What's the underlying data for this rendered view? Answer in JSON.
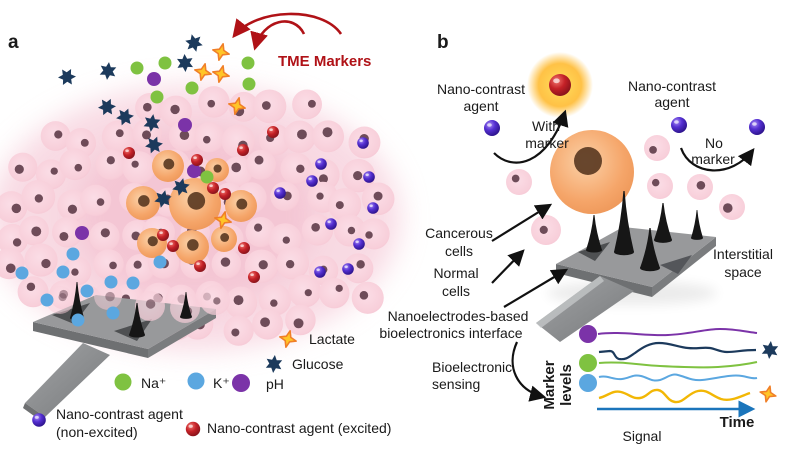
{
  "figure": {
    "panel_a": {
      "label": "a",
      "tme_markers_label": "TME Markers",
      "legend": {
        "lactate": "Lactate",
        "glucose": "Glucose",
        "sodium": "Na⁺",
        "potassium": "K⁺",
        "ph": "pH",
        "agent_non_excited_line1": "Nano-contrast agent",
        "agent_non_excited_line2": "(non-excited)",
        "agent_excited": "Nano-contrast agent (excited)"
      }
    },
    "panel_b": {
      "label": "b",
      "agent_left_line1": "Nano-contrast",
      "agent_left_line2": "agent",
      "with_marker_line1": "With",
      "with_marker_line2": "marker",
      "agent_right_line1": "Nano-contrast",
      "agent_right_line2": "agent",
      "no_marker_line1": "No",
      "no_marker_line2": "marker",
      "cancerous_line1": "Cancerous",
      "cancerous_line2": "cells",
      "normal_line1": "Normal",
      "normal_line2": "cells",
      "interface_line1": "Nanoelectrodes-based",
      "interface_line2": "bioelectronics interface",
      "sensing_line1": "Bioelectronic",
      "sensing_line2": "sensing",
      "interstitial_line1": "Interstitial",
      "interstitial_line2": "space",
      "ylabel_line1": "Marker",
      "ylabel_line2": "levels",
      "time_label": "Time",
      "signal_label": "Signal"
    },
    "colors": {
      "tme_red": "#b01217",
      "cell_pink": "#f8d0db",
      "cell_nucleus": "#5e3c49",
      "cancer_orange": "#f4a169",
      "cancer_nucleus": "#53331c",
      "sodium_green": "#7fc241",
      "potassium_blue": "#5ba7e0",
      "ph_purple": "#7b33a8",
      "glucose_navy": "#1c3a5c",
      "lactate_yellow": "#ffc527",
      "lactate_outline": "#f07f28",
      "agent_excited_red": "#c42127",
      "agent_violet": "#4a23c0",
      "device_gray": "#98999b",
      "time_axis_blue": "#1b75bb"
    }
  },
  "chart_data": {
    "type": "line",
    "title": "Bioelectronic sensing signal sketch",
    "xlabel": "Time",
    "ylabel": "Marker levels",
    "axes_numeric": false,
    "legend_position": "icons beside traces",
    "series": [
      {
        "name": "pH",
        "marker_icon": "purple-circle",
        "color": "#7b33a8",
        "shape": "gentle wave"
      },
      {
        "name": "Glucose",
        "marker_icon": "navy-star",
        "color": "#1c3a5c",
        "shape": "step dip then broad bump"
      },
      {
        "name": "Na+",
        "marker_icon": "green-circle",
        "color": "#7fc241",
        "shape": "gentle wave"
      },
      {
        "name": "K+",
        "marker_icon": "blue-circle",
        "color": "#5ba7e0",
        "shape": "small ripples"
      },
      {
        "name": "Lactate",
        "marker_icon": "orange-four-point-star",
        "color": "#f2b705",
        "shape": "strong oscillation"
      }
    ]
  }
}
